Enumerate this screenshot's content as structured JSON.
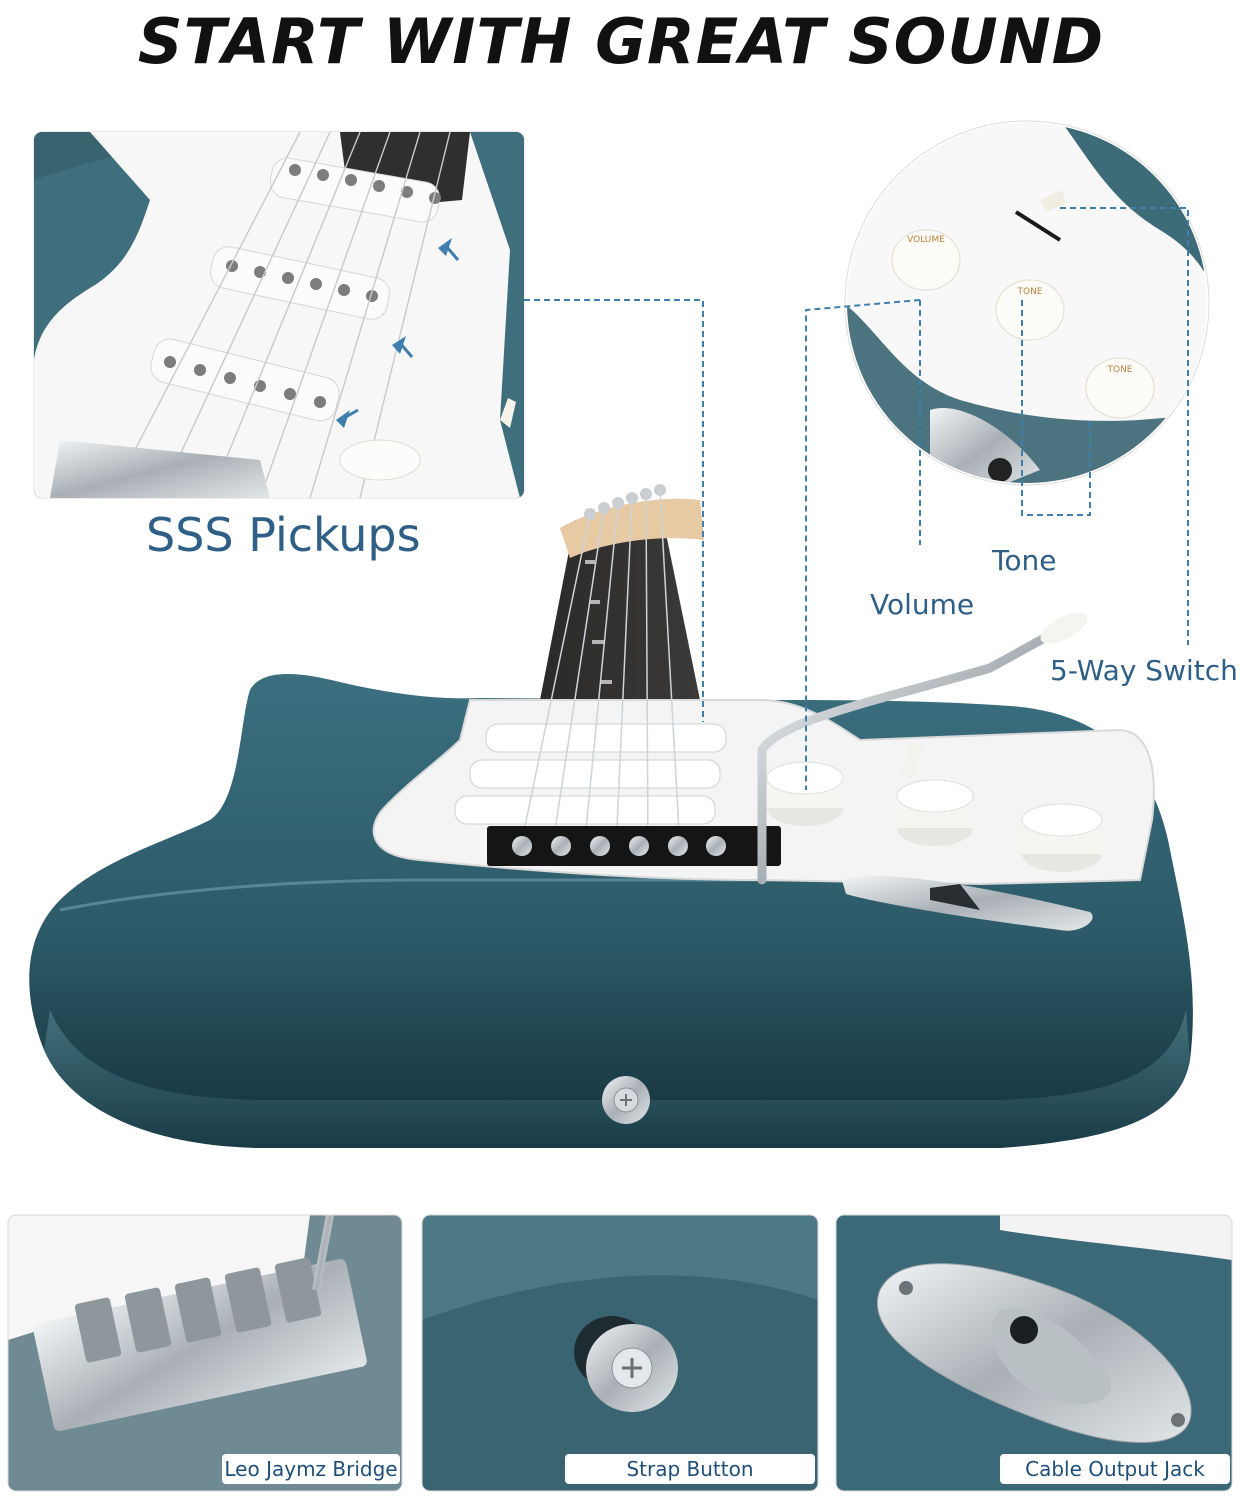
{
  "headline": "START WITH GREAT SOUND",
  "callouts": {
    "pickups": "SSS Pickups",
    "tone": "Tone",
    "volume": "Volume",
    "switch": "5-Way Switch"
  },
  "knob_labels": {
    "volume": "VOLUME",
    "tone": "TONE"
  },
  "detail_captions": [
    "Leo Jaymz Bridge",
    "Strap Button",
    "Cable Output Jack"
  ],
  "colors": {
    "body": "#2c5a68",
    "body_dark": "#163640",
    "pickguard": "#f4f4f4",
    "callout": "#2f5f86",
    "chrome": "#c9ced2"
  }
}
